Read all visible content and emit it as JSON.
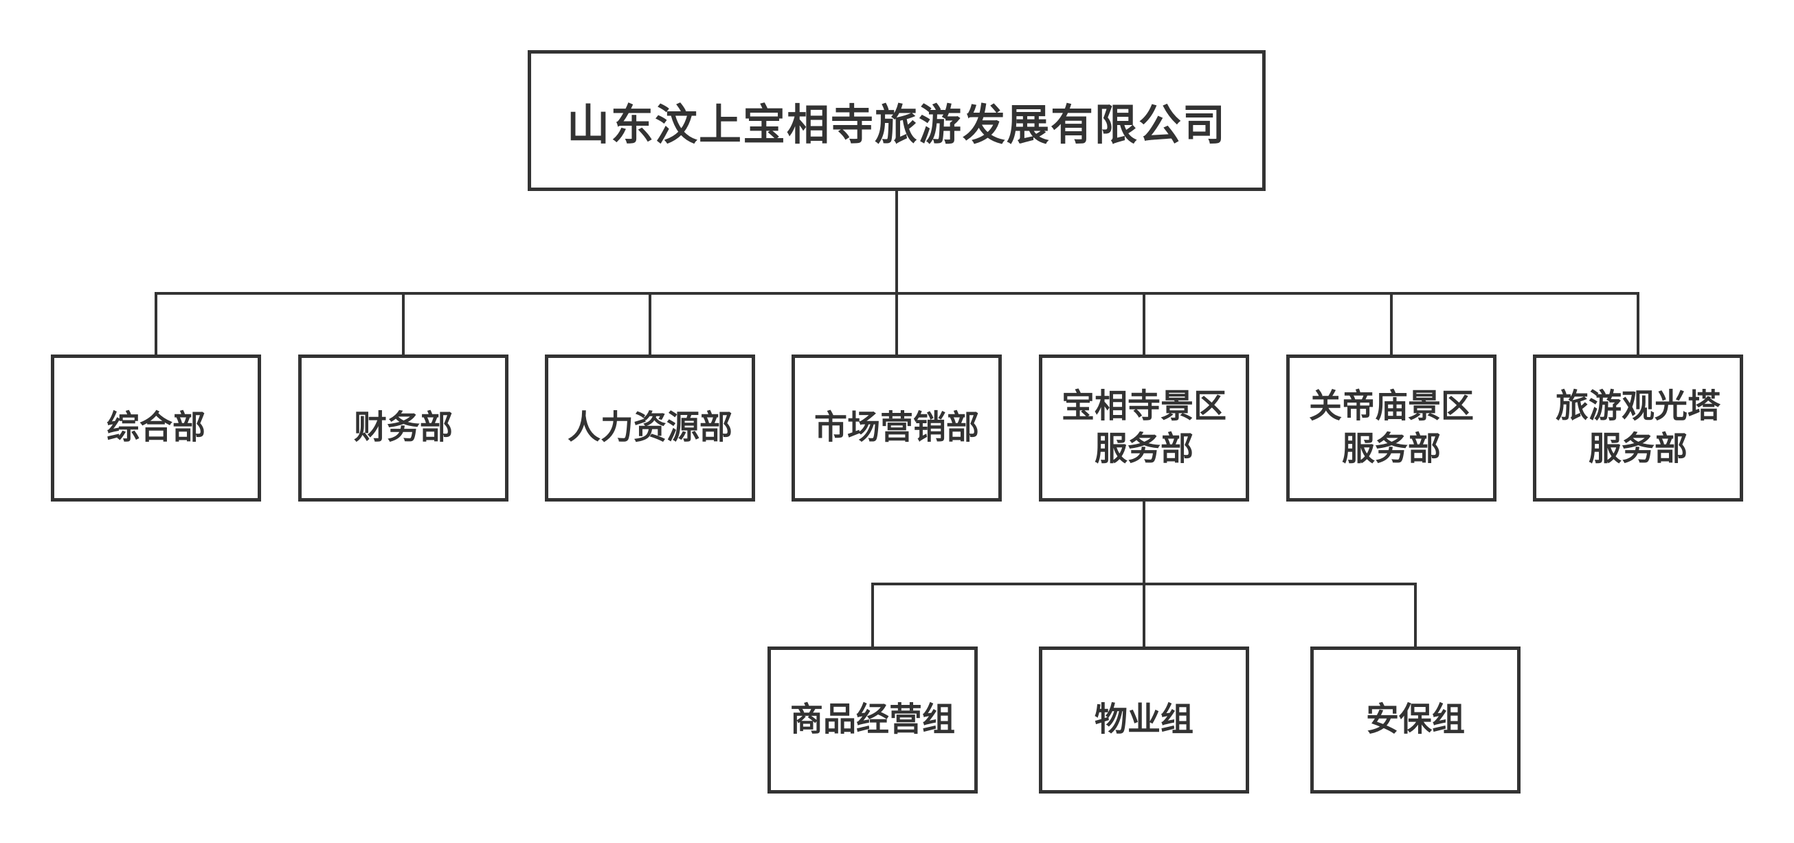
{
  "org": {
    "colors": {
      "line": "#333333",
      "border": "#333333",
      "text": "#333333",
      "background": "#ffffff"
    },
    "root": {
      "label": "山东汶上宝相寺旅游发展有限公司",
      "children": [
        {
          "label": "综合部",
          "children": []
        },
        {
          "label": "财务部",
          "children": []
        },
        {
          "label": "人力资源部",
          "children": []
        },
        {
          "label": "市场营销部",
          "children": []
        },
        {
          "label": "宝相寺景区\n服务部",
          "children": [
            {
              "label": "商品经营组"
            },
            {
              "label": "物业组"
            },
            {
              "label": "安保组"
            }
          ]
        },
        {
          "label": "关帝庙景区\n服务部",
          "children": []
        },
        {
          "label": "旅游观光塔\n服务部",
          "children": []
        }
      ]
    }
  }
}
